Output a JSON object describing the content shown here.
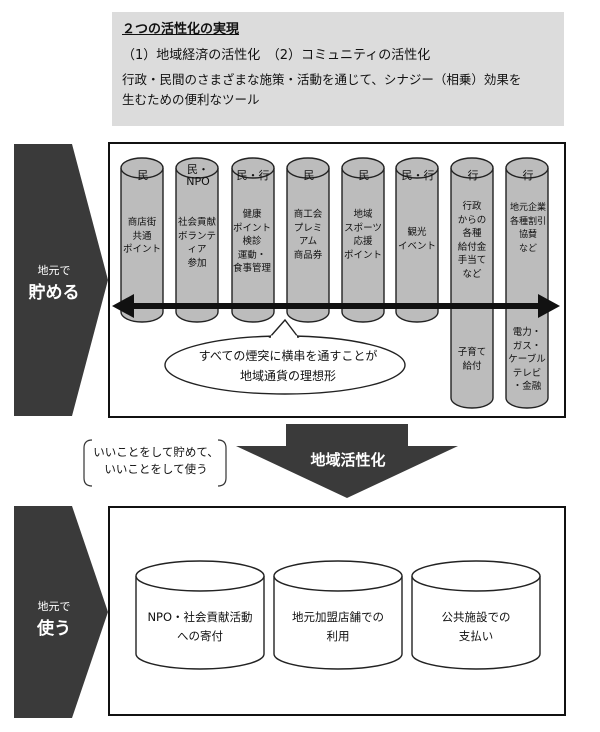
{
  "header": {
    "title": "２つの活性化の実現",
    "subtitle": "（1）地域経済の活性化　（2）コミュニティの活性化",
    "desc_line1": "行政・民間のさまざまな施策・活動を通じて、シナジー（相乗）効果を",
    "desc_line2": "生むための便利なツール"
  },
  "left_top": {
    "small": "地元で",
    "big": "貯める"
  },
  "left_bottom": {
    "small": "地元で",
    "big": "使う"
  },
  "pillars": [
    {
      "top": "民",
      "l1": "商店街",
      "l2": "共通",
      "l3": "ポイント"
    },
    {
      "top1": "民・",
      "top2": "NPO",
      "l1": "社会貢献",
      "l2": "ボランティア",
      "l3": "参加"
    },
    {
      "top": "民・行",
      "l1": "健康",
      "l2": "ポイント",
      "l3": "検診",
      "l4": "運動・",
      "l5": "食事管理"
    },
    {
      "top": "民",
      "l1": "商工会",
      "l2": "プレミ",
      "l3": "アム",
      "l4": "商品券"
    },
    {
      "top": "民",
      "l1": "地域",
      "l2": "スポーツ",
      "l3": "応援",
      "l4": "ポイント"
    },
    {
      "top": "民・行",
      "l1": "観光",
      "l2": "イベント"
    },
    {
      "top": "行",
      "l1": "行政",
      "l2": "からの",
      "l3": "各種",
      "l4": "給付金",
      "l5": "手当て",
      "l6": "など",
      "b1": "子育て",
      "b2": "給付"
    },
    {
      "top": "行",
      "l1": "地元企業",
      "l2": "各種割引",
      "l3": "協賛",
      "l4": "など",
      "b1": "電力・",
      "b2": "ガス・",
      "b3": "ケーブル",
      "b4": "テレビ",
      "b5": "・金融"
    }
  ],
  "bubble": {
    "line1": "すべての煙突に横串を通すことが",
    "line2": "地域通貨の理想形"
  },
  "middle": {
    "quote1": "いいことをして貯めて、",
    "quote2": "いいことをして使う",
    "arrow_label": "地域活性化"
  },
  "cylinders": [
    {
      "line1": "NPO・社会貢献活動",
      "line2": "への寄付"
    },
    {
      "line1": "地元加盟店舗での",
      "line2": "利用"
    },
    {
      "line1": "公共施設での",
      "line2": "支払い"
    }
  ]
}
